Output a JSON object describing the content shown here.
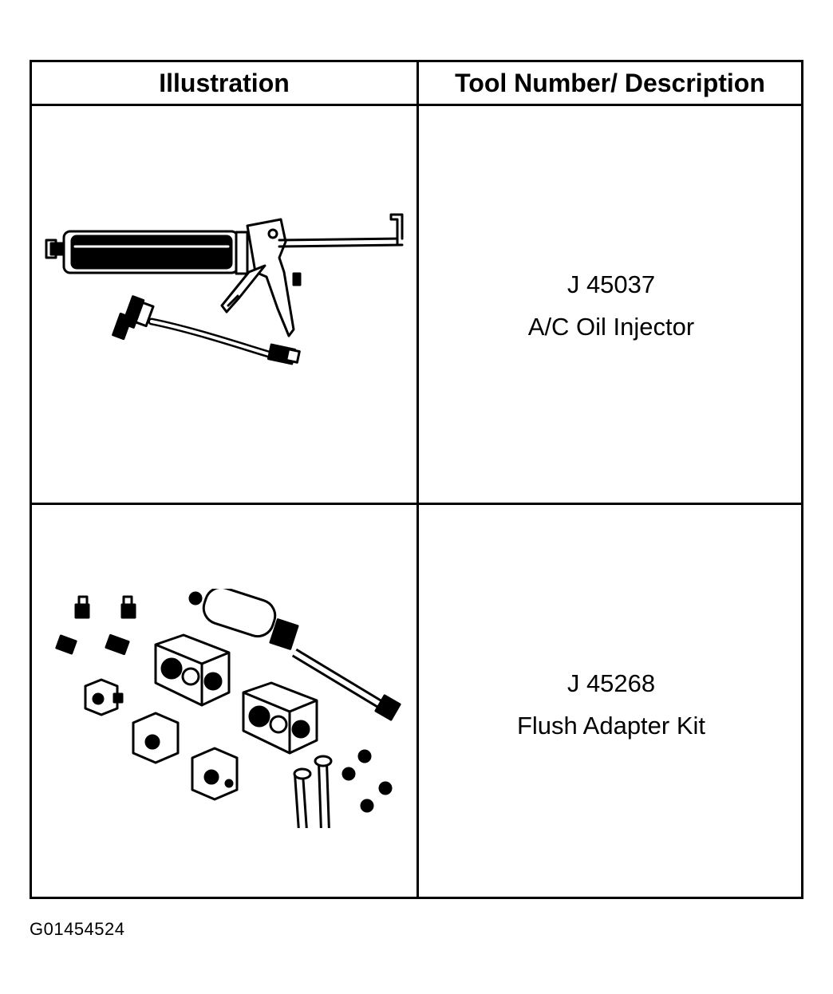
{
  "table": {
    "headers": {
      "illustration": "Illustration",
      "description": "Tool Number/ Description"
    },
    "rows": [
      {
        "tool_number": "J 45037",
        "description": "A/C Oil Injector",
        "illustration_icon": "caulking-gun-oil-injector-icon"
      },
      {
        "tool_number": "J 45268",
        "description": "Flush Adapter Kit",
        "illustration_icon": "flush-adapter-kit-icon"
      }
    ]
  },
  "figure_id": "G01454524"
}
